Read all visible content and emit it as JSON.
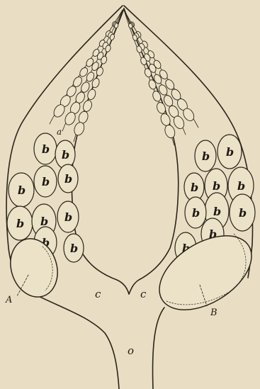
{
  "figure": {
    "cell_label": "b",
    "labels": {
      "A": "A",
      "B": "B",
      "a": "a",
      "c_left": "c",
      "c_right": "c",
      "o": "o"
    }
  }
}
